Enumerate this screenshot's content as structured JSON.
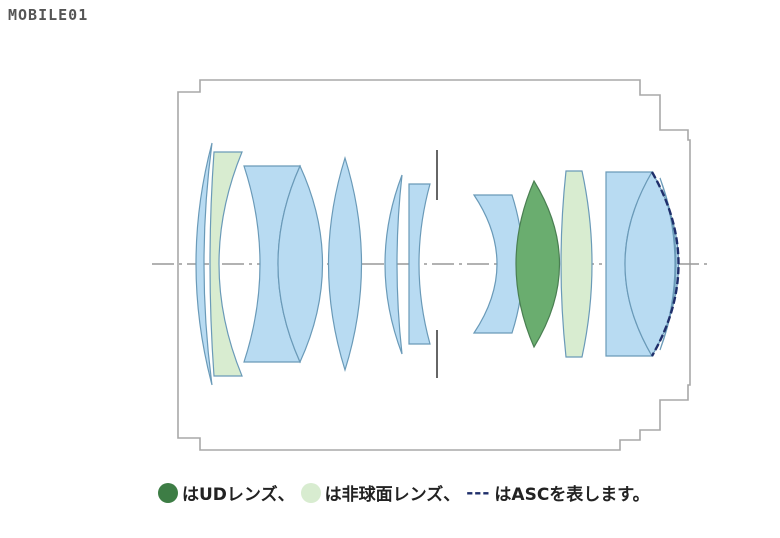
{
  "watermark": {
    "text": "MOBILE01"
  },
  "legend": {
    "ud_text": "はUDレンズ、",
    "asph_text": "は非球面レンズ、",
    "asc_mark": "---",
    "asc_text": "はASCを表します。"
  },
  "colors": {
    "ud_lens": "#6aad6f",
    "ud_legend_dot": "#3d7d45",
    "aspherical_lens": "#d8ecd0",
    "standard_lens": "#b8dbf2",
    "lens_stroke": "#6a9ab8",
    "asc_coating": "#1f2f6b",
    "barrel": "#a8a8a8",
    "axis": "#999999"
  }
}
